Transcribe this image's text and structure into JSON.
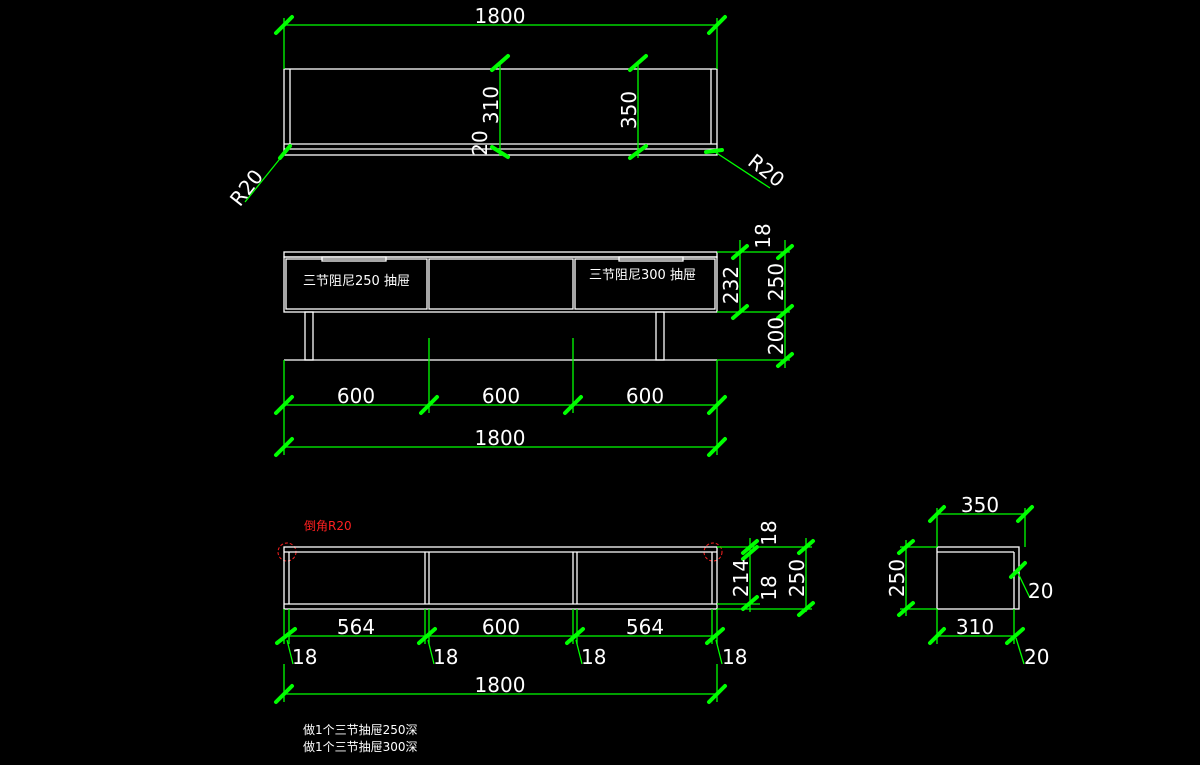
{
  "colors": {
    "background": "#000000",
    "dimension": "#00ff00",
    "geometry": "#ffffff",
    "annotation": "#ff2020"
  },
  "top_view": {
    "overall_width": "1800",
    "depth_left": "310",
    "depth_right": "350",
    "panel_thickness": "20",
    "corner_left": "R20",
    "corner_right": "R20"
  },
  "front_view": {
    "drawer_left_label": "三节阻尼250 抽屉",
    "drawer_right_label": "三节阻尼300 抽屉",
    "top_thickness": "18",
    "body_height_inner": "232",
    "body_height": "250",
    "leg_height": "200",
    "section_1": "600",
    "section_2": "600",
    "section_3": "600",
    "overall_width": "1800"
  },
  "carcass_view": {
    "chamfer_note": "倒角R20",
    "top_thickness": "18",
    "inner_height": "214",
    "bottom_thickness": "18",
    "height": "250",
    "bay_1": "564",
    "bay_2": "600",
    "bay_3": "564",
    "divider_1": "18",
    "divider_2": "18",
    "divider_3": "18",
    "divider_4": "18",
    "overall_width": "1800"
  },
  "side_view": {
    "depth": "350",
    "height": "250",
    "back_thickness": "20",
    "inner_depth": "310",
    "base_offset": "20"
  },
  "notes": {
    "line_1": "做1个三节抽屉250深",
    "line_2": "做1个三节抽屉300深"
  }
}
